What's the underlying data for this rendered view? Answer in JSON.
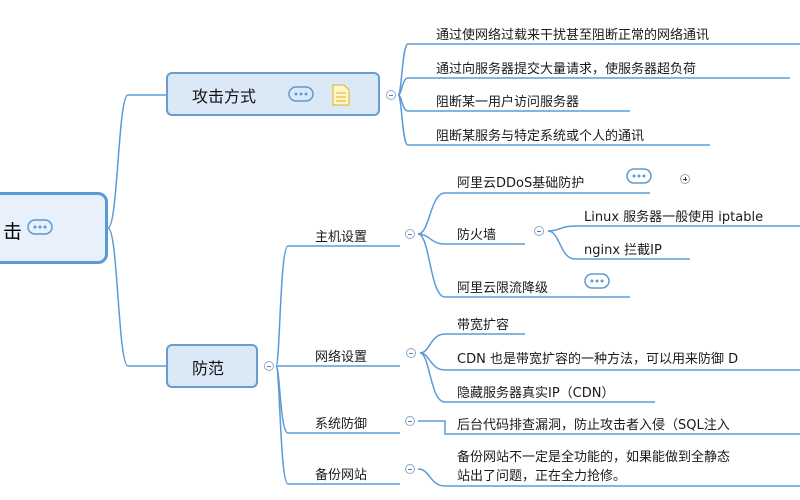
{
  "root": {
    "label": "击"
  },
  "attack": {
    "label": "攻击方式",
    "items": [
      "通过使网络过载来干扰甚至阻断正常的网络通讯",
      "通过向服务器提交大量请求，使服务器超负荷",
      "阻断某一用户访问服务器",
      "阻断某服务与特定系统或个人的通讯"
    ]
  },
  "defense": {
    "label": "防范",
    "host": {
      "label": "主机设置",
      "ddos": "阿里云DDoS基础防护",
      "firewall": {
        "label": "防火墙",
        "items": [
          "Linux 服务器一般使用 iptable",
          "nginx 拦截IP"
        ]
      },
      "ratelimit": "阿里云限流降级"
    },
    "network": {
      "label": "网络设置",
      "items": [
        "带宽扩容",
        "CDN 也是带宽扩容的一种方法，可以用来防御 D",
        "隐藏服务器真实IP（CDN）"
      ]
    },
    "system": {
      "label": "系统防御",
      "item": "后台代码排查漏洞，防止攻击者入侵（SQL注入"
    },
    "backup": {
      "label": "备份网站",
      "item_line1": "备份网站不一定是全功能的，如果能做到全静态",
      "item_line2": "站出了问题，正在全力抢修。"
    }
  },
  "colors": {
    "line": "#5b9bd5",
    "box_fill": "#dbe8f6",
    "box_border": "#6b9cd0"
  }
}
